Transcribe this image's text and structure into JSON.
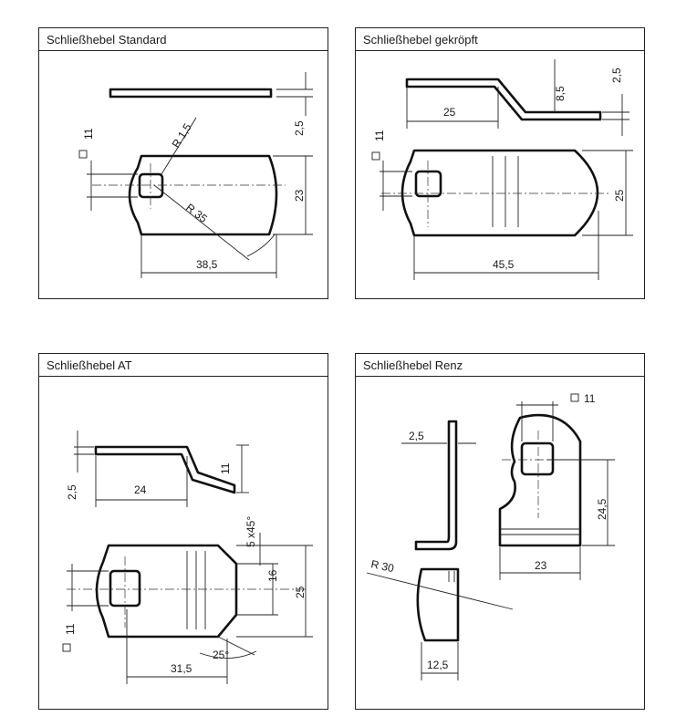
{
  "panels": {
    "standard": {
      "title": "Schließhebel Standard",
      "dims": {
        "radius_small": "R 1,5",
        "radius_large": "R 35",
        "square": "11",
        "thickness": "2,5",
        "height": "23",
        "length": "38,5"
      }
    },
    "gekroepft": {
      "title": "Schließhebel gekröpft",
      "dims": {
        "thickness": "2,5",
        "offset": "8,5",
        "flat_length": "25",
        "square": "11",
        "height": "25",
        "length": "45,5"
      }
    },
    "at": {
      "title": "Schließhebel AT",
      "dims": {
        "thickness": "2,5",
        "flat_length": "24",
        "offset": "11",
        "chamfer": "5 x45°",
        "inner_height": "16",
        "height": "25",
        "square": "11",
        "length": "31,5",
        "angle": "25°"
      }
    },
    "renz": {
      "title": "Schließhebel Renz",
      "dims": {
        "thickness": "2,5",
        "square": "11",
        "height": "24,5",
        "width": "23",
        "radius": "R 30",
        "foot_width": "12,5"
      }
    }
  }
}
